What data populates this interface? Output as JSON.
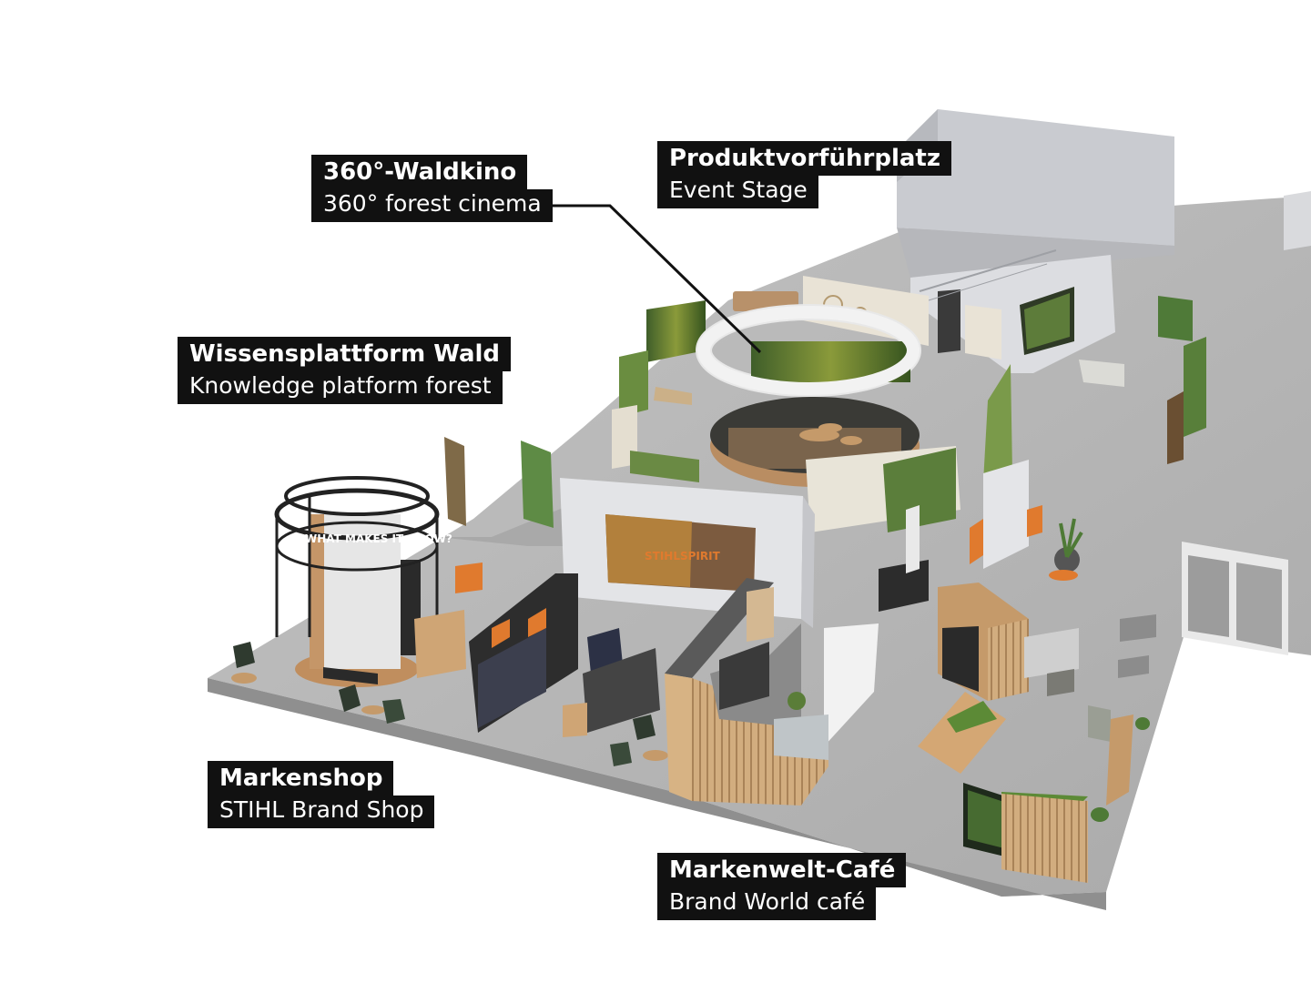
{
  "labels": {
    "waldkino": {
      "title": "360°-Waldkino",
      "subtitle": "360° forest cinema"
    },
    "produkt": {
      "title": "Produktvorführplatz",
      "subtitle": "Event Stage"
    },
    "wissen": {
      "title": "Wissensplattform Wald",
      "subtitle": "Knowledge platform forest"
    },
    "markenshop": {
      "title": "Markenshop",
      "subtitle": "STIHL Brand Shop"
    },
    "cafe": {
      "title": "Markenwelt-Café",
      "subtitle": "Brand World café"
    }
  },
  "signage": {
    "tower_text": "WHAT MAKES IT GROW?",
    "screen_logo": "STIHLSPIRIT"
  },
  "colors": {
    "floor": "#b9b9b9",
    "wall": "#e6e7ea",
    "wood": "#c9a173",
    "forest": "#4d6e34",
    "orange": "#e07a2e",
    "label_bg": "#111111"
  }
}
